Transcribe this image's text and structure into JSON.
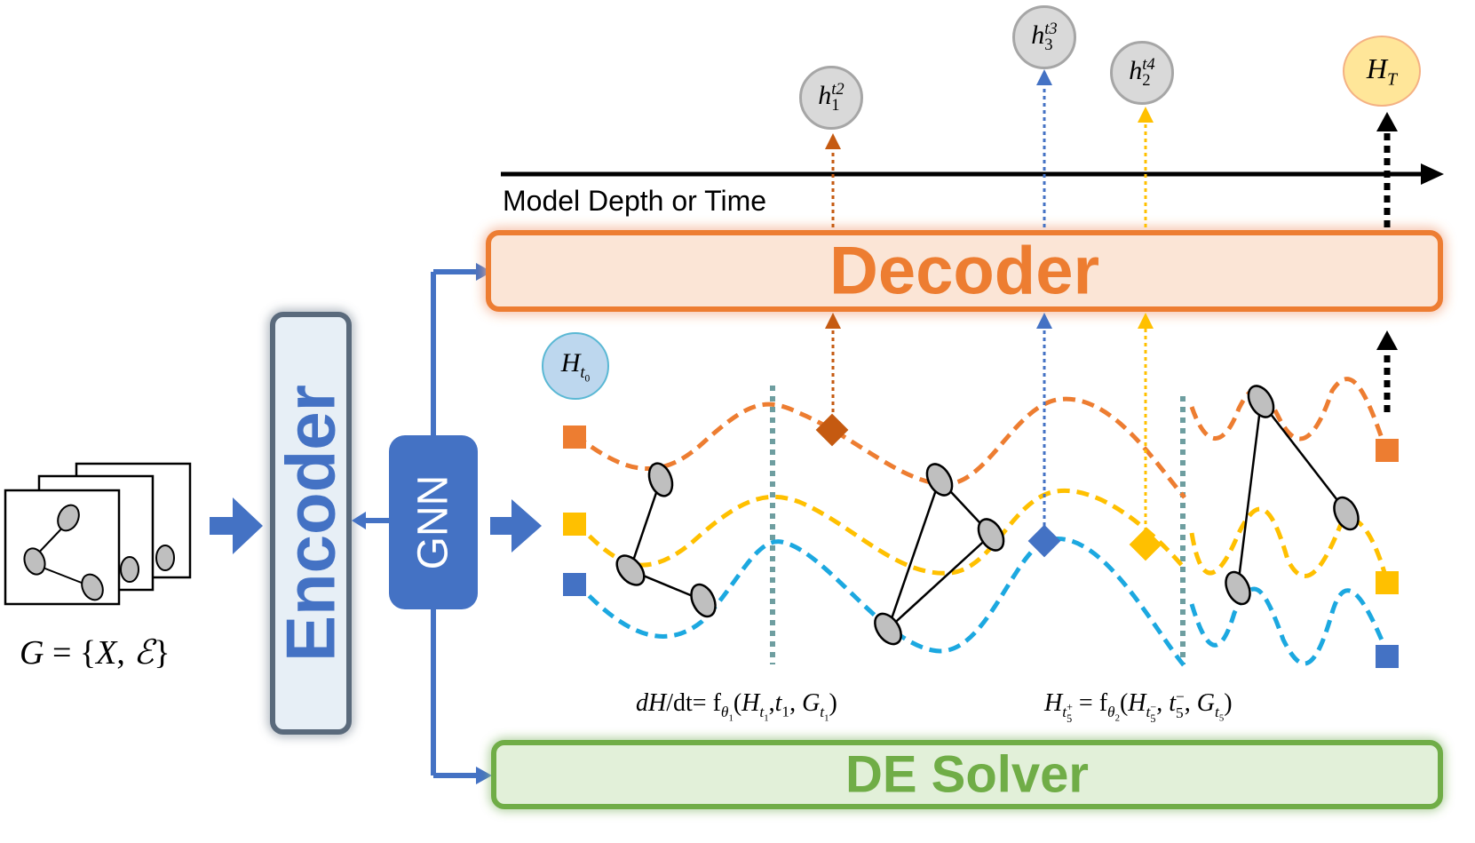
{
  "graph_label": {
    "lhs": "G",
    "eq": " = {",
    "x": "X",
    "sep": ", ",
    "e": "ℰ",
    "close": "}"
  },
  "encoder": {
    "label": "Encoder"
  },
  "gnn": {
    "label": "GNN"
  },
  "decoder": {
    "label": "Decoder"
  },
  "solver": {
    "label": "DE Solver"
  },
  "time_axis": {
    "label": "Model Depth or Time"
  },
  "initial_state": {
    "base": "H",
    "sub": "t",
    "subsub": "0"
  },
  "final_state": {
    "base": "H",
    "sub": "T"
  },
  "outputs": [
    {
      "base": "h",
      "sub": "1",
      "sup": "t2"
    },
    {
      "base": "h",
      "sub": "3",
      "sup": "t3"
    },
    {
      "base": "h",
      "sub": "2",
      "sup": "t4"
    }
  ],
  "equations": {
    "ode": {
      "lhs": "dH",
      "mid": "/dt= f",
      "theta": "θ",
      "theta_sub": "1",
      "args_open": "(H",
      "t1": "t",
      "t1_sub": "1",
      "comma1": ",",
      "t1b": "t",
      "t1b_sub": "1",
      "comma2": ", ",
      "g": "G",
      "g_sub": "t",
      "g_subsub": "1",
      "close": ")"
    },
    "jump": {
      "lhs": "H",
      "lhs_sub": "t",
      "lhs_subsub": "5",
      "lhs_sup": "+",
      "mid": " = f",
      "theta": "θ",
      "theta_sub": "2",
      "args_open": "(H",
      "a_sub": "t",
      "a_subsub": "5",
      "a_sup": "−",
      "comma1": ", ",
      "t": "t",
      "t_sub": "5",
      "t_sup": "−",
      "comma2": ", ",
      "g": "G",
      "g_sub": "t",
      "g_subsub": "5",
      "close": ")"
    }
  },
  "colors": {
    "blue": "#4472C4",
    "orange": "#ED7D31",
    "yellow": "#FFC000",
    "cyan": "#1CA8E0",
    "green": "#70AD47",
    "gray": "#BFBFBF",
    "decoder_fill": "#FBE5D6",
    "solver_fill": "#E2F0D9",
    "encoder_fill": "#E7EFF6",
    "teal": "#6E9EA0"
  }
}
